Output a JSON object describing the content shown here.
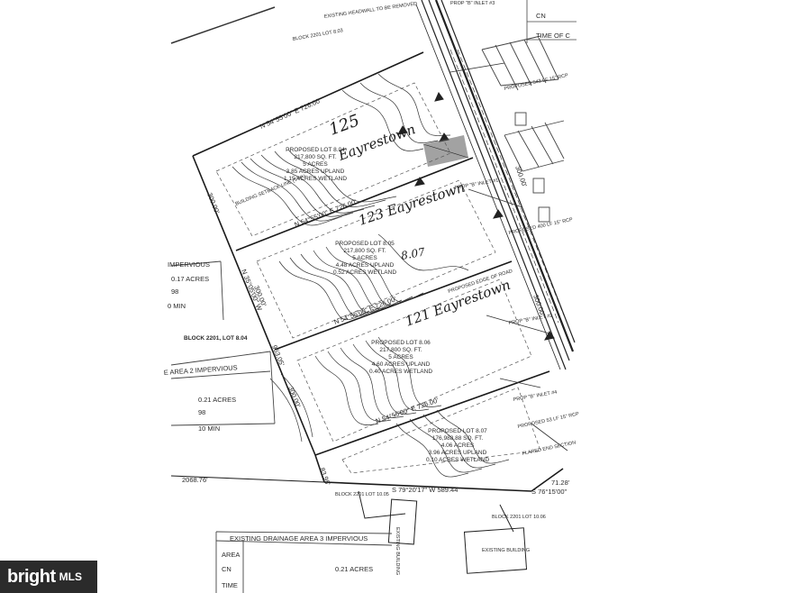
{
  "handwritten": {
    "lot125": "125",
    "lot125_street": "Eayrestown",
    "lot123": "123 Eayrestown",
    "lot121": "121 Eayrestown",
    "lot_number_mark": "8.07"
  },
  "lots": [
    {
      "line1": "PROPOSED LOT 8.04",
      "line2": "217,800 SQ. FT.",
      "line3": "5 ACRES",
      "line4": "3.85 ACRES UPLAND",
      "line5": "1.15 ACRES WETLAND"
    },
    {
      "line1": "PROPOSED LOT 8.05",
      "line2": "217,800 SQ. FT.",
      "line3": "5 ACRES",
      "line4": "4.48 ACRES UPLAND",
      "line5": "0.52 ACRES WETLAND"
    },
    {
      "line1": "PROPOSED LOT 8.06",
      "line2": "217,800 SQ. FT.",
      "line3": "5 ACRES",
      "line4": "4.60 ACRES UPLAND",
      "line5": "0.40 ACRES WETLAND"
    },
    {
      "line1": "PROPOSED LOT 8.07",
      "line2": "176,988.88 SQ. FT.",
      "line3": "4.06 ACRES",
      "line4": "3.96 ACRES UPLAND",
      "line5": "0.10 ACRES WETLAND"
    }
  ],
  "bearings": {
    "b1": "N 54°55'00\" E   726.00'",
    "b2": "N 54°55'00\" E   726.00'",
    "b3": "N 54°55'00\" E   726.00'",
    "b4": "N 54°55'00\" E   726.00'",
    "west1": "N 35°05'00\" W",
    "west2": "963.05'",
    "east1": "300.00'",
    "east2": "300.00'",
    "lot_w1": "300.00'",
    "lot_w2": "300.00'",
    "lot_w3": "300.00'",
    "south_main": "S 79°20'17\" W   589.44'",
    "south_right": "S 76°15'00\"",
    "south_right_dist": "71.28'",
    "south_left": "2068.76'",
    "short": "83.95'"
  },
  "labels": {
    "block_lot": "BLOCK 2201, LOT 8.04",
    "block_top": "BLOCK 2201 LOT 8.03",
    "block_bottom_left": "BLOCK 2201 LOT 10.05",
    "block_bottom_right": "BLOCK 2201 LOT 10.06",
    "existing_building": "EXISTING BUILDING",
    "existing_building2": "EXISTING BUILDING",
    "edge_of_road": "PROPOSED EDGE OF ROAD",
    "building_setback": "BUILDING SETBACK LINE (TYP.)",
    "existing_headwall": "EXISTING HEADWALL TO BE REMOVED",
    "prop_inlet_1": "PROP \"B\" INLET #1",
    "prop_inlet_2": "PROP \"B\" INLET #2",
    "prop_inlet_3": "PROP \"B\" INLET #3",
    "prop_inlet_4": "PROP \"B\" INLET #4",
    "prop_pipe_1": "PROPOSED 543 LF 15\" RCP",
    "prop_pipe_2": "PROPOSED 400 LF 15\" RCP",
    "prop_pipe_3": "PROPOSED 53 LF 15\" RCP",
    "flared_end": "FLARED END SECTION"
  },
  "tables": {
    "top": {
      "title": "IMPERVIOUS",
      "acres": "0.17 ACRES",
      "cn": "98",
      "time": "0 MIN"
    },
    "middle": {
      "title": "E AREA 2 IMPERVIOUS",
      "acres": "0.21 ACRES",
      "cn": "98",
      "time": "10 MIN"
    },
    "bottom": {
      "title": "EXISTING DRAINAGE AREA 3 IMPERVIOUS",
      "area": "AREA",
      "cn": "CN",
      "time": "TIME",
      "acres": "0.21 ACRES"
    },
    "top_right": {
      "cn": "CN",
      "time": "TIME OF C"
    }
  },
  "watermark": {
    "brand": "bright",
    "mls": "MLS"
  },
  "colors": {
    "ink": "#2a2a2a",
    "paper": "#ffffff",
    "watermark_bg": "#2b2b2b"
  }
}
